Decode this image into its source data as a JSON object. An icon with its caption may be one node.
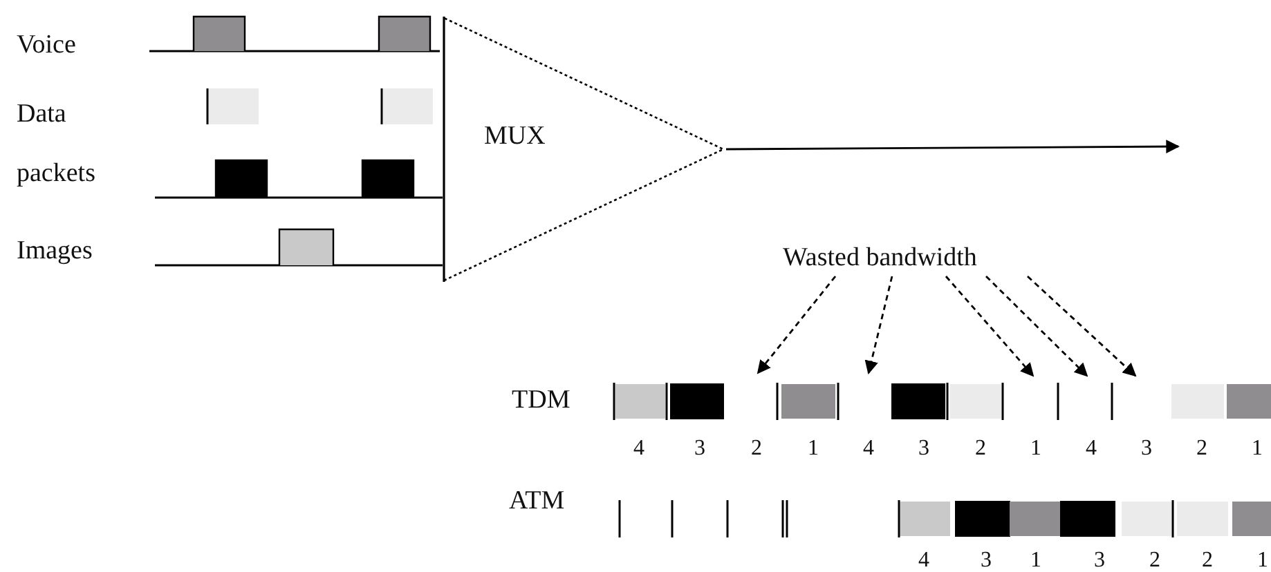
{
  "diagram": {
    "nodes": [
      {
        "text": [
          "MUX"
        ]
      },
      {
        "text": [
          "Wasted bandwidth"
        ]
      }
    ],
    "edges": [
      {
        "from": 0,
        "to": null,
        "arrow": "to"
      },
      {
        "from": 1,
        "to": null,
        "arrow": "to",
        "style": "dashed"
      },
      {
        "from": 1,
        "to": null,
        "arrow": "to",
        "style": "dashed"
      },
      {
        "from": 1,
        "to": null,
        "arrow": "to",
        "style": "dashed"
      },
      {
        "from": 1,
        "to": null,
        "arrow": "to",
        "style": "dashed"
      },
      {
        "from": 1,
        "to": null,
        "arrow": "to",
        "style": "dashed"
      }
    ],
    "labels": [
      "Voice",
      "Data packets",
      "Images",
      "TDM",
      "4",
      "3",
      "2",
      "1",
      "4",
      "3",
      "2",
      "1",
      "4",
      "3",
      "2",
      "1",
      "ATM",
      "4",
      "3",
      "1",
      "3",
      "2",
      "2",
      "1"
    ]
  }
}
